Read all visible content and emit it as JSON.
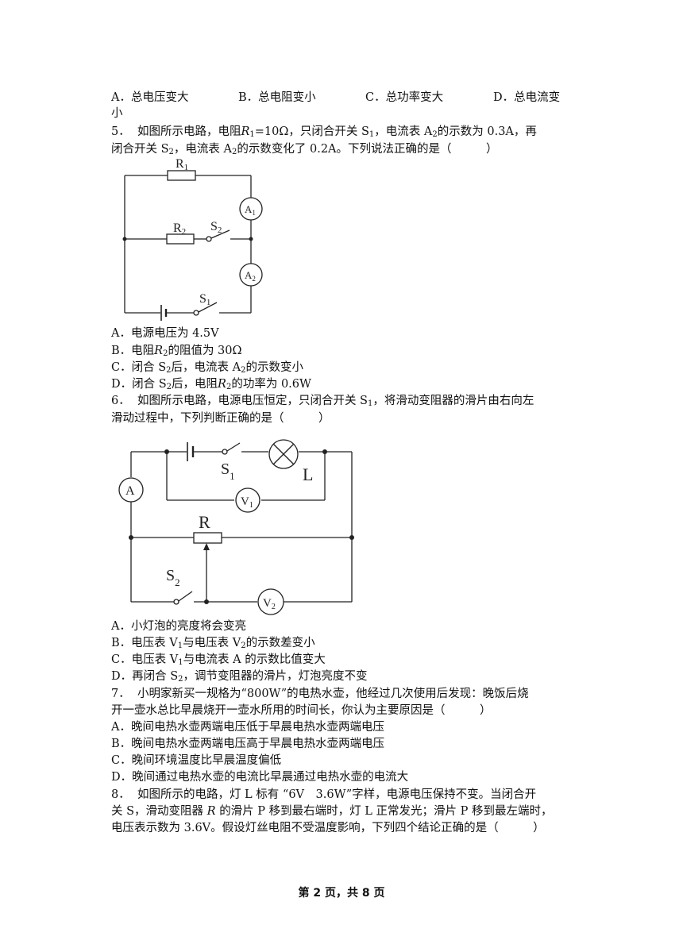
{
  "q4": {
    "optA": "A．总电压变大",
    "optB": "B．总电阻变小",
    "optC": "C．总功率变大",
    "optD": "D．总电流变",
    "optD_wrap": "小"
  },
  "q5": {
    "num": "5．",
    "stem1_a": "如图所示电路，电阻",
    "stem1_R1": "R",
    "stem1_b": "=10Ω，只闭合开关 S",
    "stem1_c": "，电流表 A",
    "stem1_d": "的示数为 0.3A，再",
    "stem2_a": "闭合开关 S",
    "stem2_b": "，电流表 A",
    "stem2_c": "的示数变化了 0.2A。下列说法正确的是（　　　）",
    "diagram": {
      "R1": "R",
      "R2": "R",
      "S1": "S",
      "S2": "S",
      "A1": "A",
      "A2": "A",
      "sub1": "1",
      "sub2": "2"
    },
    "optA": "A．电源电压为 4.5V",
    "optB_a": "B．电阻",
    "optB_b": "的阻值为 30Ω",
    "optC_a": "C．闭合 S",
    "optC_b": "后，电流表 A",
    "optC_c": "的示数变小",
    "optD_a": "D．闭合 S",
    "optD_b": "后，电阻",
    "optD_c": "的功率为 0.6W"
  },
  "q6": {
    "num": "6．",
    "stem1_a": "如图所示电路，电源电压恒定，只闭合开关 S",
    "stem1_b": "，将滑动变阻器的滑片由右向左",
    "stem2": "滑动过程中，下列判断正确的是（　　　）",
    "diagram": {
      "A": "A",
      "V": "V",
      "R": "R",
      "L": "L",
      "S": "S",
      "sub1": "1",
      "sub2": "2"
    },
    "optA": "A．小灯泡的亮度将会变亮",
    "optB_a": "B．电压表 V",
    "optB_b": "与电压表 V",
    "optB_c": "的示数差变小",
    "optC_a": "C．电压表 V",
    "optC_b": "与电流表 A 的示数比值变大",
    "optD_a": "D．再闭合 S",
    "optD_b": "，调节变阻器的滑片，灯泡亮度不变"
  },
  "q7": {
    "num": "7．",
    "stem1": "小明家新买一规格为“800W”的电热水壶，他经过几次使用后发现：晚饭后烧",
    "stem2": "开一壶水总比早晨烧开一壶水所用的时间长，你认为主要原因是（　　　）",
    "optA": "A．晚间电热水壶两端电压低于早晨电热水壶两端电压",
    "optB": "B．晚间电热水壶两端电压高于早晨电热水壶两端电压",
    "optC": "C．晚间环境温度比早晨温度偏低",
    "optD": "D．晚间通过电热水壶的电流比早晨通过电热水壶的电流大"
  },
  "q8": {
    "num": "8．",
    "stem1": "如图所示的电路，灯 L 标有 “6V　3.6W”字样，电源电压保持不变。当闭合开",
    "stem2_a": "关 S，滑动变阻器",
    "stem2_R": "R",
    "stem2_b": "的滑片 P 移到最右端时，灯 L 正常发光；滑片 P 移到最左端时，",
    "stem3": "电压表示数为 3.6V。假设灯丝电阻不受温度影响，下列四个结论正确的是（　　　）"
  },
  "footer": "第 2 页，共 8 页"
}
